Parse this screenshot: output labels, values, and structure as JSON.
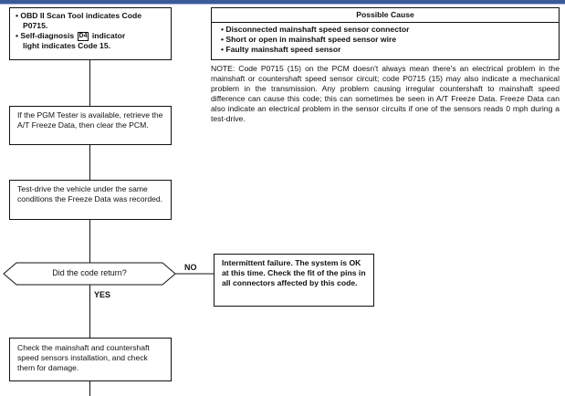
{
  "start_box": {
    "line1": "• OBD II Scan Tool indicates Code",
    "line2": "  P0715.",
    "line3_pre": "• Self-diagnosis",
    "line3_icon": "D4",
    "line3_post": "indicator",
    "line4": "  light indicates Code 15."
  },
  "possible_cause": {
    "header": "Possible Cause",
    "items": [
      "• Disconnected mainshaft speed sensor connector",
      "• Short or open in mainshaft speed sensor wire",
      "• Faulty mainshaft speed sensor"
    ]
  },
  "note": "NOTE: Code P0715 (15) on the PCM doesn't always mean there's an electrical problem in the mainshaft or countershaft speed sensor circuit; code P0715 (15) may also indicate a mechanical problem in the transmission. Any problem causing irregular countershaft to mainshaft speed difference can cause this code; this can sometimes be seen in A/T Freeze Data. Freeze Data can also indicate an electrical problem in the sensor circuits if one of the sensors reads 0 mph during a test-drive.",
  "step_pgm": "If the PGM Tester is available, retrieve the A/T Freeze Data, then clear the PCM.",
  "step_testdrive": "Test-drive the vehicle under the same conditions the Freeze Data was recorded.",
  "decision": {
    "question": "Did the code return?",
    "no_label": "NO",
    "yes_label": "YES"
  },
  "intermittent": "Intermittent failure. The system is OK at this time. Check the fit of the pins in all connectors affected by this code.",
  "step_check": "Check the mainshaft and countershaft speed sensors installation, and check them for damage."
}
